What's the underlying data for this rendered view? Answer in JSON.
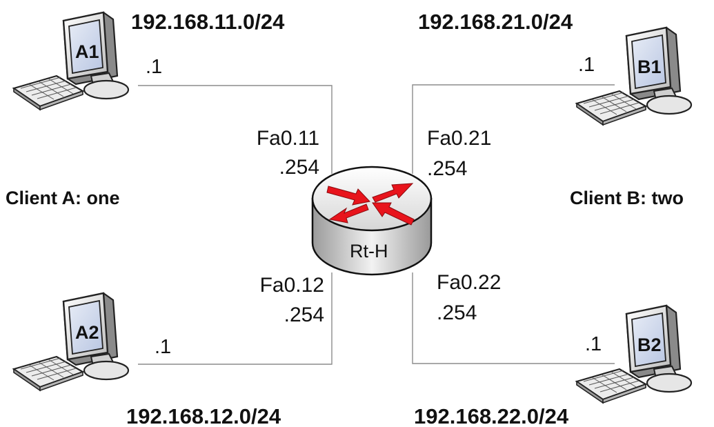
{
  "networks": {
    "a1": "192.168.11.0/24",
    "b1": "192.168.21.0/24",
    "a2": "192.168.12.0/24",
    "b2": "192.168.22.0/24"
  },
  "hosts": {
    "a1": {
      "label": "A1",
      "address": ".1"
    },
    "a2": {
      "label": "A2",
      "address": ".1"
    },
    "b1": {
      "label": "B1",
      "address": ".1"
    },
    "b2": {
      "label": "B2",
      "address": ".1"
    }
  },
  "clients": {
    "a": "Client A: one",
    "b": "Client B: two"
  },
  "router": {
    "label": "Rt-H",
    "interfaces": {
      "fa011": {
        "name": "Fa0.11",
        "address": ".254"
      },
      "fa012": {
        "name": "Fa0.12",
        "address": ".254"
      },
      "fa021": {
        "name": "Fa0.21",
        "address": ".254"
      },
      "fa022": {
        "name": "Fa0.22",
        "address": ".254"
      }
    }
  },
  "colors": {
    "link": "#8c8c8c",
    "router_arrows": "#e8141c",
    "router_body": "#d9d9d9",
    "screen": "#c9d4ea"
  }
}
